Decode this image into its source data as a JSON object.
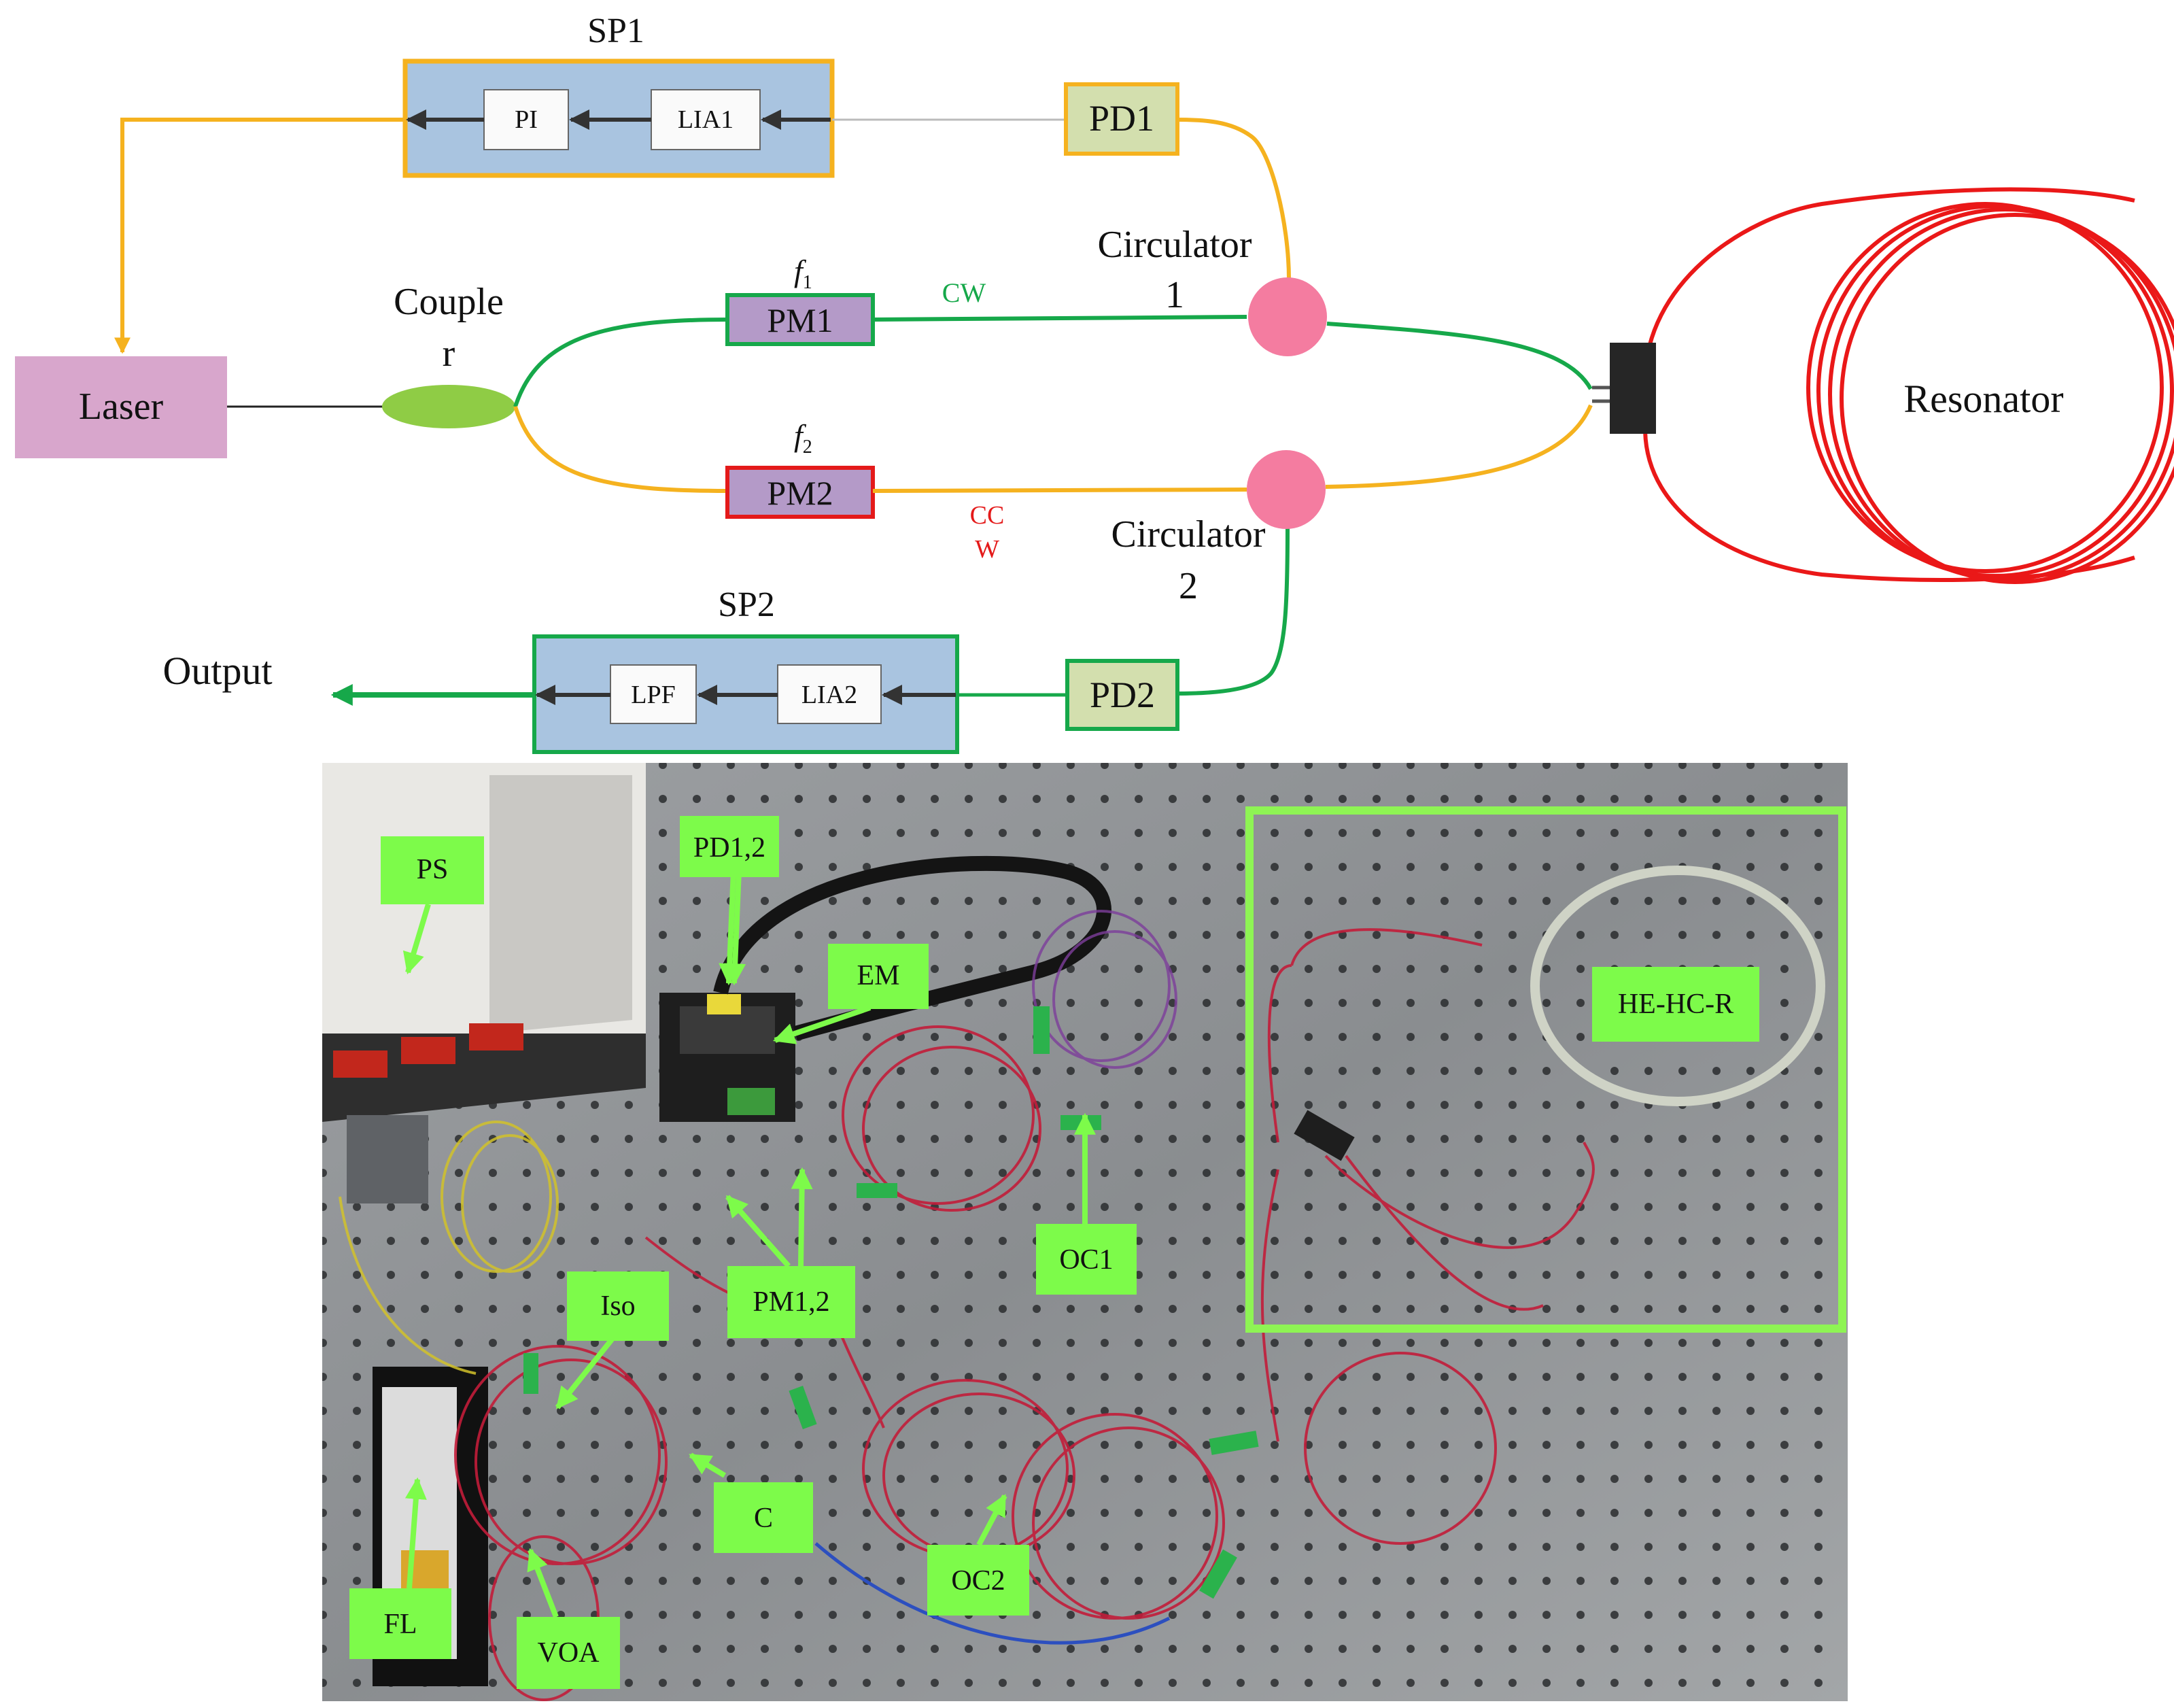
{
  "schematic": {
    "sp1": {
      "title": "SP1",
      "pi": "PI",
      "lia1": "LIA1"
    },
    "sp2": {
      "title": "SP2",
      "lpf": "LPF",
      "lia2": "LIA2"
    },
    "pd1": "PD1",
    "pd2": "PD2",
    "laser": "Laser",
    "coupler_line1": "Couple",
    "coupler_line2": "r",
    "pm1": "PM1",
    "pm2": "PM2",
    "f1_base": "f",
    "f1_sub": "1",
    "f2_base": "f",
    "f2_sub": "2",
    "cw": "CW",
    "ccw_line1": "CC",
    "ccw_line2": "W",
    "circ1_line1": "Circulator",
    "circ1_line2": "1",
    "circ2_line1": "Circulator",
    "circ2_line2": "2",
    "resonator": "Resonator",
    "output": "Output",
    "colors": {
      "sp_fill": "#a9c4e0",
      "sp1_border": "#f5b21f",
      "sp2_border": "#16a84a",
      "pd_fill": "#d3dfae",
      "laser_fill": "#d8a6cc",
      "pm_fill": "#b49ac8",
      "pm1_border": "#16a84a",
      "pm2_border": "#e41a1a",
      "circulator": "#f47ca0",
      "coupler": "#8fcc45",
      "fiber_green": "#16a84a",
      "fiber_yellow": "#f5b21f",
      "resonator_red": "#ea1818",
      "cw_text": "#16a84a",
      "ccw_text": "#e41a1a"
    }
  },
  "photo": {
    "labels": {
      "ps": "PS",
      "pd12": "PD1,2",
      "em": "EM",
      "he_hc_r": "HE-HC-R",
      "oc1": "OC1",
      "iso": "Iso",
      "pm12": "PM1,2",
      "c": "C",
      "oc2": "OC2",
      "fl": "FL",
      "voa": "VOA"
    },
    "colors": {
      "label_fill": "#7dfb4a",
      "arrow": "#7dfb4a",
      "table": "#8c8f92"
    }
  }
}
